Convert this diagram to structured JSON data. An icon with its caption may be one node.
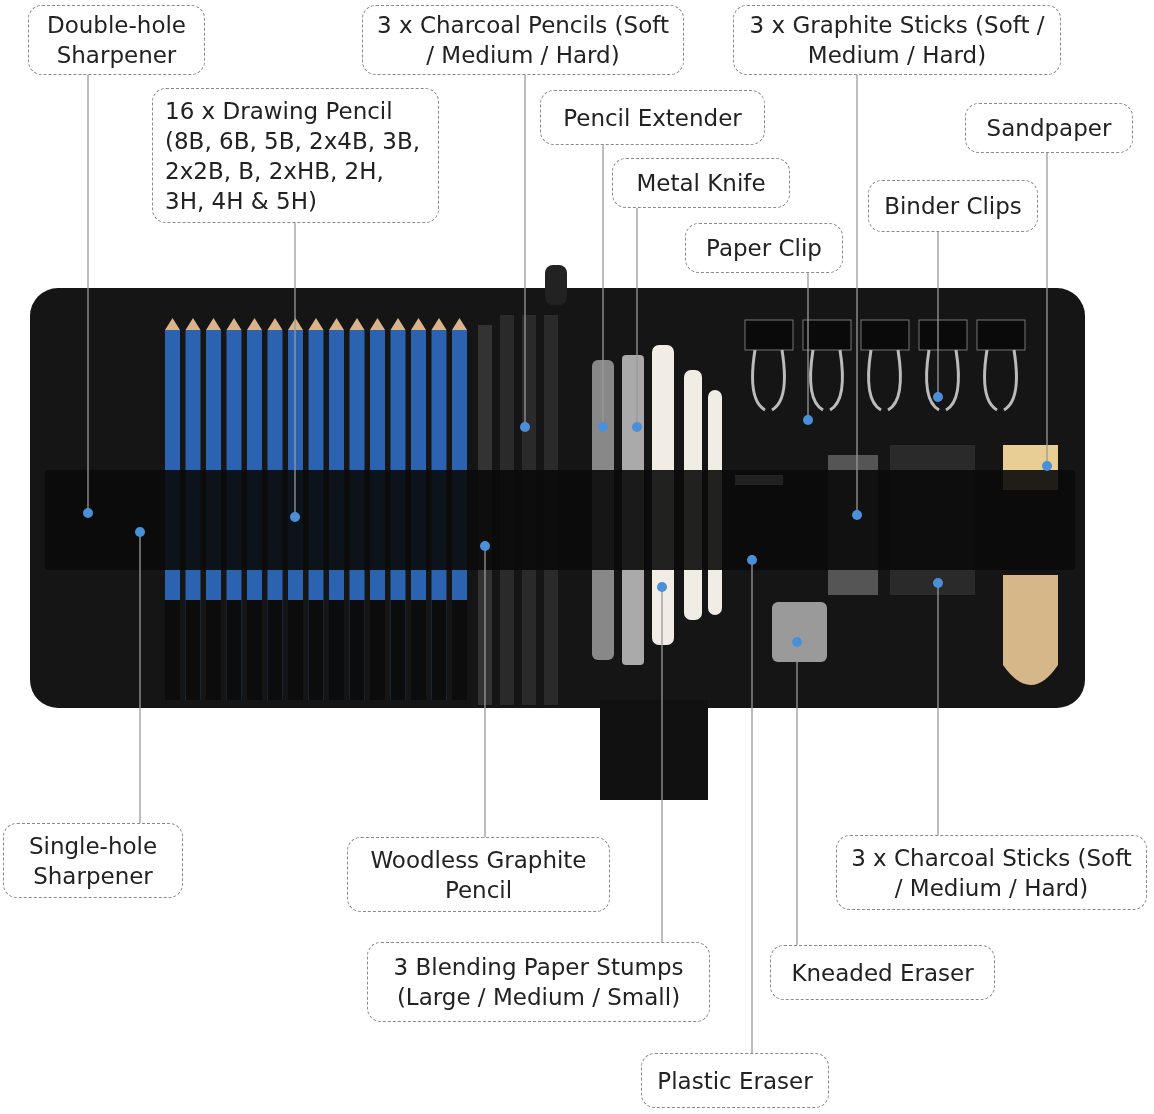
{
  "diagram": {
    "nodes": [
      {
        "text": [
          "Double-hole Sharpener"
        ]
      },
      {
        "text": [
          "16 x Drawing Pencil (8B, 6B, 5B, 2x4B, 3B, 2x2B, B, 2xHB, 2H, 3H, 4H & 5H)"
        ]
      },
      {
        "text": [
          "3 x Charcoal Pencils (Soft / Medium / Hard)"
        ]
      },
      {
        "text": [
          "3 x Graphite Sticks (Soft / Medium / Hard)"
        ]
      },
      {
        "text": [
          "Pencil Extender"
        ]
      },
      {
        "text": [
          "Metal Knife"
        ]
      },
      {
        "text": [
          "Paper Clip"
        ]
      },
      {
        "text": [
          "Sandpaper"
        ]
      },
      {
        "text": [
          "Binder Clips"
        ]
      },
      {
        "text": [
          "Single-hole Sharpener"
        ]
      },
      {
        "text": [
          "Woodless Graphite Pencil"
        ]
      },
      {
        "text": [
          "3 Blending Paper Stumps (Large / Medium / Small)"
        ]
      },
      {
        "text": [
          "Plastic Eraser"
        ]
      },
      {
        "text": [
          "Kneaded Eraser"
        ]
      },
      {
        "text": [
          "3 x Charcoal Sticks (Soft / Medium / Hard)"
        ]
      }
    ],
    "edges": [
      {
        "from": 0,
        "to": null,
        "arrow": "other"
      },
      {
        "from": 1,
        "to": null,
        "arrow": "other"
      },
      {
        "from": 2,
        "to": null,
        "arrow": "other"
      },
      {
        "from": 3,
        "to": null,
        "arrow": "other"
      },
      {
        "from": 4,
        "to": null,
        "arrow": "other"
      },
      {
        "from": 5,
        "to": null,
        "arrow": "other"
      },
      {
        "from": 6,
        "to": null,
        "arrow": "other"
      },
      {
        "from": 7,
        "to": null,
        "arrow": "other"
      },
      {
        "from": 8,
        "to": null,
        "arrow": "other"
      },
      {
        "from": 9,
        "to": null,
        "arrow": "other"
      },
      {
        "from": 10,
        "to": null,
        "arrow": "other"
      },
      {
        "from": 11,
        "to": null,
        "arrow": "other"
      },
      {
        "from": 12,
        "to": null,
        "arrow": "other"
      },
      {
        "from": 13,
        "to": null,
        "arrow": "other"
      },
      {
        "from": 14,
        "to": null,
        "arrow": "other"
      }
    ]
  }
}
